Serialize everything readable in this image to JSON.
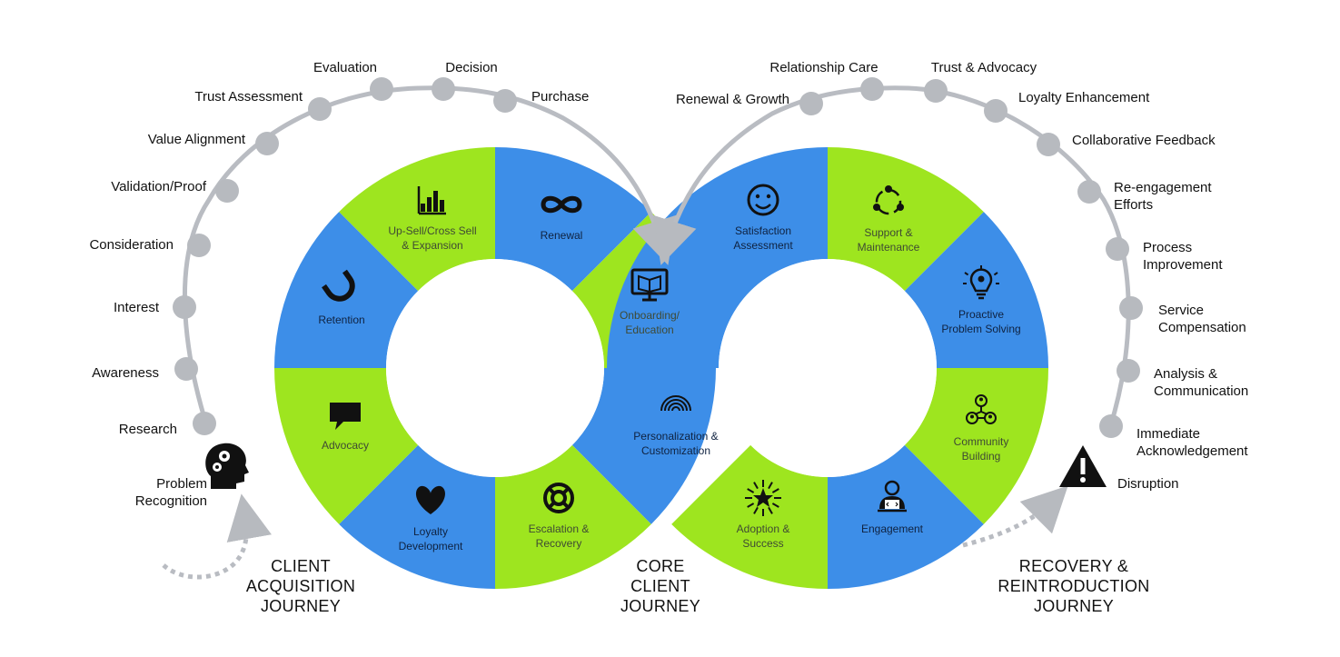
{
  "colors": {
    "green": "#9ee51f",
    "blue": "#3d8ee8",
    "track": "#b9bcc2",
    "node": "#b7babf",
    "text_dark": "#111111",
    "text_green_seg": "#3f4a34",
    "text_blue_seg": "#0f2240"
  },
  "acquisition": {
    "stages": [
      "Research",
      "Awareness",
      "Interest",
      "Consideration",
      "Validation/Proof",
      "Value Alignment",
      "Trust Assessment",
      "Evaluation",
      "Decision",
      "Purchase"
    ],
    "start": [
      "Problem",
      "Recognition"
    ],
    "start_icon": "head-gears-icon",
    "title": [
      "CLIENT",
      "ACQUISITION",
      "JOURNEY"
    ]
  },
  "core": {
    "left_loop": [
      {
        "label": [
          "Up-Sell/Cross  Sell",
          "& Expansion"
        ],
        "icon": "bar-chart-icon",
        "color": "green"
      },
      {
        "label": [
          "Renewal"
        ],
        "icon": "infinity-icon",
        "color": "blue"
      },
      {
        "label": [
          "Onboarding/",
          "Education"
        ],
        "icon": "monitor-book-icon",
        "color": "green"
      },
      {
        "label": [
          "Personalization  &",
          "Customization"
        ],
        "icon": "fingerprint-icon",
        "color": "blue"
      },
      {
        "label": [
          "Escalation  &",
          "Recovery"
        ],
        "icon": "lifebuoy-icon",
        "color": "green"
      },
      {
        "label": [
          "Loyalty",
          "Development"
        ],
        "icon": "heart-icon",
        "color": "blue"
      },
      {
        "label": [
          "Advocacy"
        ],
        "icon": "speech-bubble-icon",
        "color": "green"
      },
      {
        "label": [
          "Retention"
        ],
        "icon": "magnet-icon",
        "color": "blue"
      }
    ],
    "right_loop": [
      {
        "label": [
          "Satisfaction",
          "Assessment"
        ],
        "icon": "smiley-icon",
        "color": "blue"
      },
      {
        "label": [
          "Support  &",
          "Maintenance"
        ],
        "icon": "cycle-people-icon",
        "color": "green"
      },
      {
        "label": [
          "Proactive",
          "Problem  Solving"
        ],
        "icon": "lightbulb-gear-icon",
        "color": "blue"
      },
      {
        "label": [
          "Community",
          "Building"
        ],
        "icon": "community-network-icon",
        "color": "green"
      },
      {
        "label": [
          "Engagement"
        ],
        "icon": "person-laptop-icon",
        "color": "blue"
      },
      {
        "label": [
          "Adoption  &",
          "Success"
        ],
        "icon": "starburst-icon",
        "color": "green"
      }
    ],
    "title": [
      "CORE",
      "CLIENT",
      "JOURNEY"
    ]
  },
  "recovery": {
    "stages": [
      "Renewal & Growth",
      "Relationship Care",
      "Trust & Advocacy",
      "Loyalty Enhancement",
      "Collaborative Feedback",
      "Re-engagement Efforts",
      "Process Improvement",
      "Service Compensation",
      "Analysis & Communication",
      "Immediate Acknowledgement"
    ],
    "end": "Disruption",
    "end_icon": "warning-triangle-icon",
    "title": [
      "RECOVERY &",
      "REINTRODUCTION",
      "JOURNEY"
    ]
  }
}
